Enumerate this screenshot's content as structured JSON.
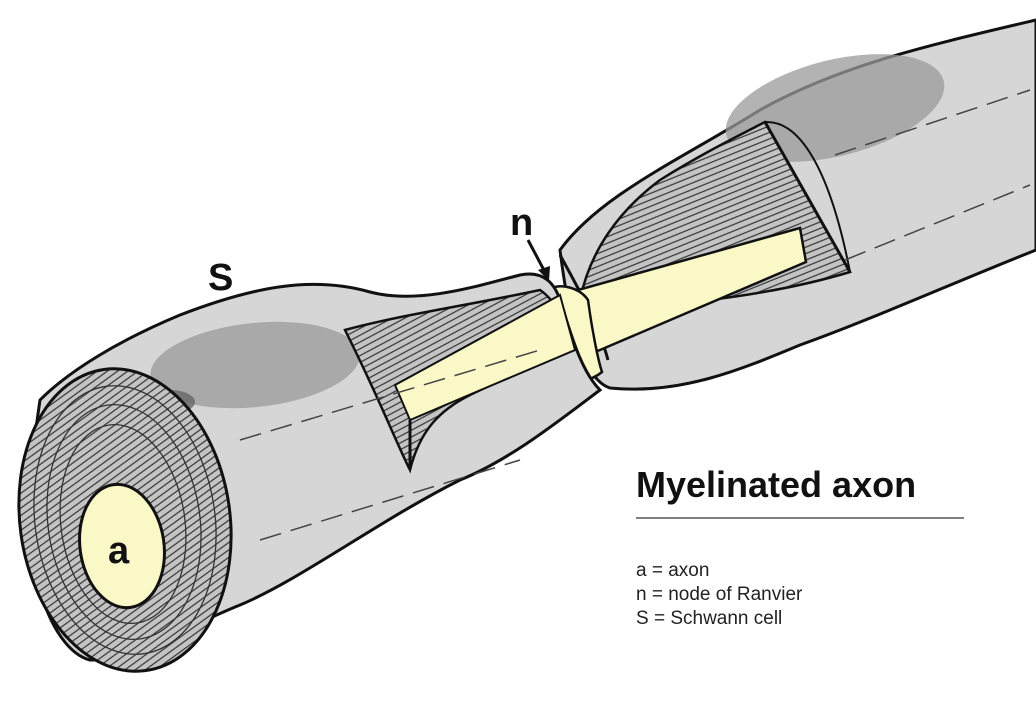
{
  "diagram": {
    "title": "Myelinated axon",
    "labels": {
      "a": "a",
      "n": "n",
      "S": "S"
    },
    "legend": [
      "a = axon",
      "n = node of Ranvier",
      "S = Schwann cell"
    ],
    "colors": {
      "sheath": "#d6d6d6",
      "sheath_dark": "#8c8c8c",
      "cut_face": "#bdbdbd",
      "axon": "#fbf8c8",
      "outline": "#111111"
    }
  }
}
